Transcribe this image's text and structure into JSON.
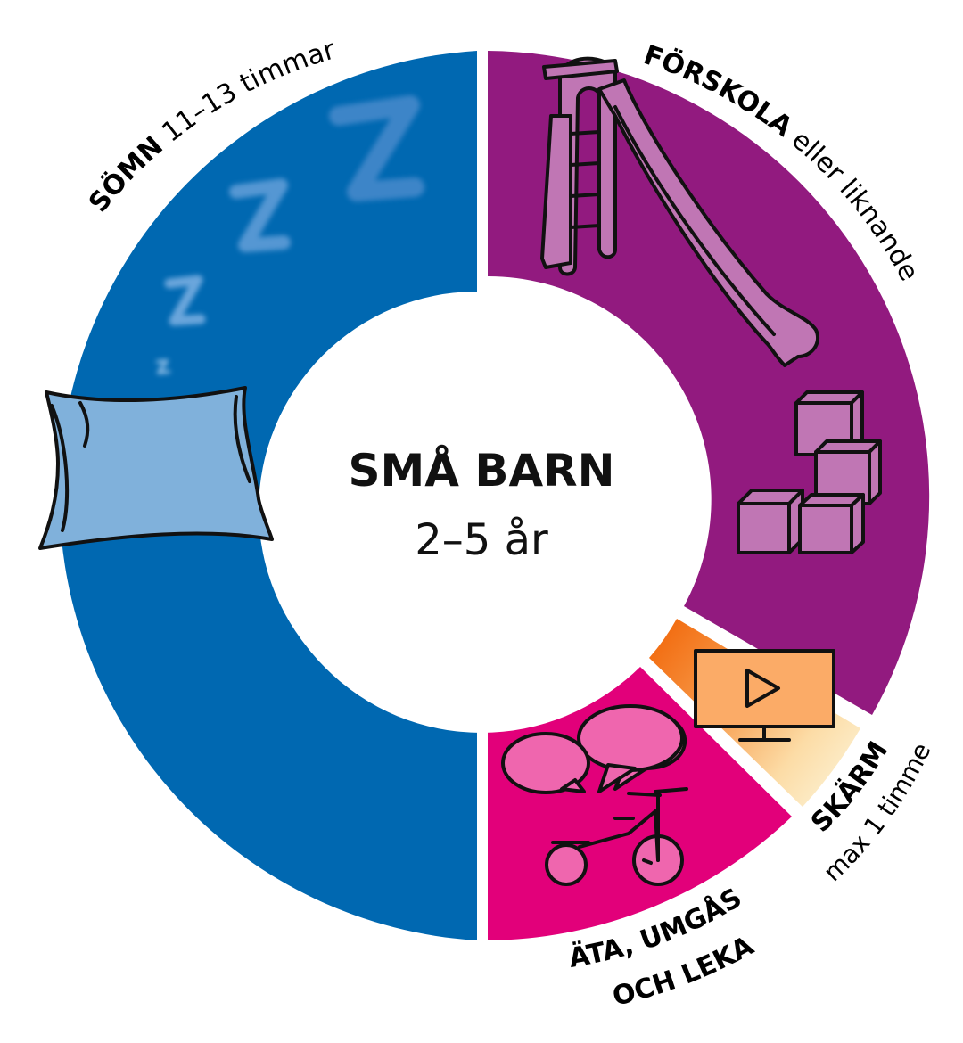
{
  "center": {
    "title": "SMÅ BARN",
    "subtitle": "2–5 år"
  },
  "segments": {
    "somn": {
      "bold": "SÖMN",
      "rest": " 11–13 timmar",
      "color": "#0068b1"
    },
    "forskola": {
      "bold": "FÖRSKOLA",
      "rest": " eller liknande",
      "color": "#921a7f"
    },
    "skarm": {
      "bold": "SKÄRM",
      "rest": "max 1 timme",
      "color_start": "#f26b0f",
      "color_end": "#fdf3cf"
    },
    "ata": {
      "line1": "ÄTA, UMGÅS",
      "line2": "OCH LEKA",
      "color": "#e2007a"
    }
  },
  "icons": {
    "pillow": "pillow-icon",
    "zzz": "zzz-icon",
    "slide": "slide-icon",
    "blocks": "blocks-icon",
    "tv": "tv-play-icon",
    "speech": "speech-bubbles-icon",
    "tricycle": "tricycle-icon"
  }
}
